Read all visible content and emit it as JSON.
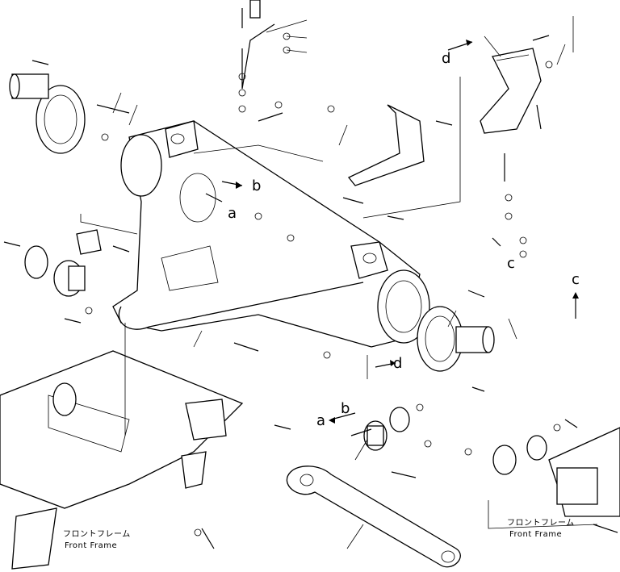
{
  "callouts": {
    "a_upper": "a",
    "b_upper": "b",
    "c_left": "c",
    "c_right": "c",
    "d_top": "d",
    "d_mid": "d",
    "a_lower": "a",
    "b_lower": "b"
  },
  "captions": {
    "left_jp": "フロントフレーム",
    "left_en": "Front Frame",
    "right_jp": "フロントフレーム",
    "right_en": "Front Frame"
  }
}
